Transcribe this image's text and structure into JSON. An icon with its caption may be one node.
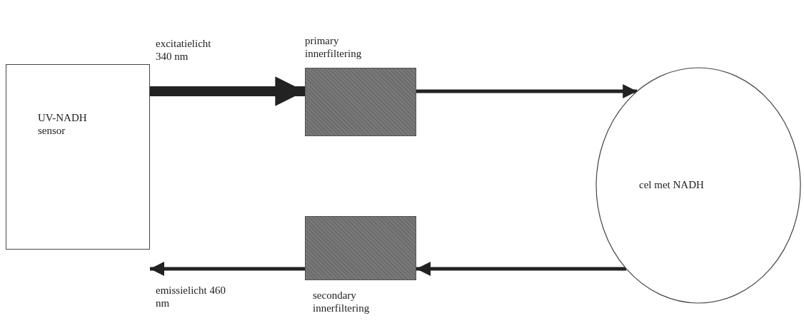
{
  "diagram": {
    "nodes": [
      {
        "text": [
          "UV-NADH sensor"
        ]
      },
      {
        "text": [
          "primary innerfiltering"
        ]
      },
      {
        "text": [
          "cel met NADH"
        ]
      },
      {
        "text": [
          "secondary innerfiltering"
        ]
      }
    ],
    "edges": [
      {
        "from": 0,
        "to": 1,
        "arrow": "to",
        "label": "excitatielicht 340 nm",
        "style": "thick"
      },
      {
        "from": 1,
        "to": 2,
        "arrow": "to"
      },
      {
        "from": 2,
        "to": 3,
        "arrow": "to"
      },
      {
        "from": 3,
        "to": 0,
        "arrow": "to",
        "label": "emissielicht 460 nm"
      }
    ]
  }
}
